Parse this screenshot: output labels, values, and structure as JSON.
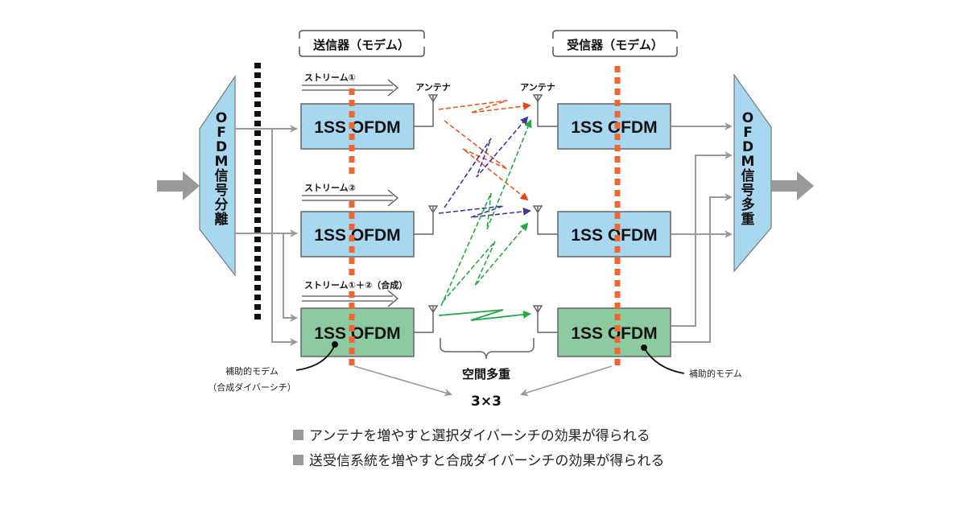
{
  "transmitter": {
    "header": "送信器（モデム）",
    "antenna_label": "アンテナ",
    "streams": [
      "ストリーム①",
      "ストリーム②",
      "ストリーム①＋②（合成）"
    ],
    "modems": [
      {
        "label": "1SS OFDM",
        "type": "main"
      },
      {
        "label": "1SS OFDM",
        "type": "main"
      },
      {
        "label": "1SS OFDM",
        "type": "auxiliary"
      }
    ],
    "aux_note_line1": "補助的モデム",
    "aux_note_line2": "（合成ダイバーシチ）"
  },
  "receiver": {
    "header": "受信器（モデム）",
    "antenna_label": "アンテナ",
    "modems": [
      {
        "label": "1SS OFDM",
        "type": "main"
      },
      {
        "label": "1SS OFDM",
        "type": "main"
      },
      {
        "label": "1SS OFDM",
        "type": "auxiliary"
      }
    ],
    "aux_note": "補助的モデム"
  },
  "splitter": {
    "chars": [
      "O",
      "F",
      "D",
      "M",
      "信",
      "号",
      "分",
      "離"
    ]
  },
  "combiner": {
    "chars": [
      "O",
      "F",
      "D",
      "M",
      "信",
      "号",
      "多",
      "重"
    ]
  },
  "spatial": {
    "label": "空間多重",
    "size": "3×3"
  },
  "legend": [
    "アンテナを増やすと選択ダイバーシチの効果が得られる",
    "送受信系統を増やすと合成ダイバーシチの効果が得られる"
  ],
  "colors": {
    "main_modem": "#a8d8f0",
    "aux_modem": "#8ccaa0",
    "splitter": "#a8d8f0",
    "divider": "#ee6633",
    "stream1": "#ee5522",
    "stream2": "#553399",
    "stream3": "#22aa44",
    "arrow_gray": "#999999",
    "legend_square": "#999999"
  }
}
